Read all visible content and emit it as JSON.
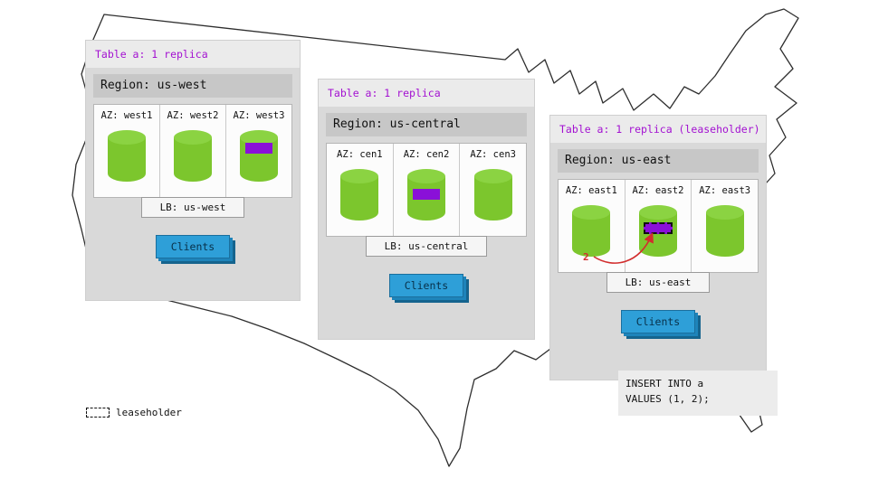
{
  "diagram": {
    "legend_label": "leaseholder",
    "annotation_label": "2",
    "sql": {
      "line1": "INSERT INTO a",
      "line2": "VALUES (1, 2);"
    }
  },
  "regions": [
    {
      "table_label": "Table a: 1 replica",
      "region_label": "Region: us-west",
      "lb_label": "LB: us-west",
      "clients_label": "Clients",
      "azs": [
        {
          "label": "AZ: west1",
          "replica": false,
          "leaseholder": false
        },
        {
          "label": "AZ: west2",
          "replica": false,
          "leaseholder": false
        },
        {
          "label": "AZ: west3",
          "replica": true,
          "leaseholder": false
        }
      ]
    },
    {
      "table_label": "Table a: 1 replica",
      "region_label": "Region: us-central",
      "lb_label": "LB: us-central",
      "clients_label": "Clients",
      "azs": [
        {
          "label": "AZ: cen1",
          "replica": false,
          "leaseholder": false
        },
        {
          "label": "AZ: cen2",
          "replica": true,
          "leaseholder": false
        },
        {
          "label": "AZ: cen3",
          "replica": false,
          "leaseholder": false
        }
      ]
    },
    {
      "table_label": "Table a: 1 replica (leaseholder)",
      "region_label": "Region: us-east",
      "lb_label": "LB: us-east",
      "clients_label": "Clients",
      "azs": [
        {
          "label": "AZ: east1",
          "replica": false,
          "leaseholder": false
        },
        {
          "label": "AZ: east2",
          "replica": true,
          "leaseholder": true
        },
        {
          "label": "AZ: east3",
          "replica": false,
          "leaseholder": false
        }
      ]
    }
  ],
  "colors": {
    "replica_purple": "#8a10d8",
    "cylinder_green": "#7cc62d",
    "cylinder_top_green": "#8bd342",
    "clients_blue": "#2e9fd8",
    "table_label_purple": "#a311d1",
    "annotation_red": "#d22d2d",
    "panel_gray": "#d9d9d9"
  }
}
